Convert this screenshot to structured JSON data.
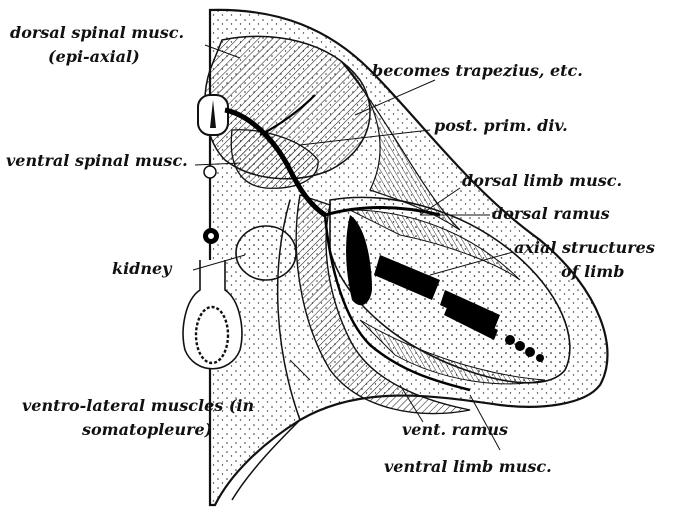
{
  "labels": {
    "dorsal_spinal_1": "dorsal spinal musc.",
    "dorsal_spinal_2": "(epi-axial)",
    "becomes_trapezius": "becomes trapezius, etc.",
    "post_prim_div": "post. prim. div.",
    "ventral_spinal": "ventral spinal musc.",
    "dorsal_limb": "dorsal limb musc.",
    "dorsal_ramus": "dorsal ramus",
    "axial_1": "axial structures",
    "axial_2": "of limb",
    "kidney": "kidney",
    "ventro_lateral_1": "ventro-lateral muscles (in",
    "ventro_lateral_2": "somatopleure)",
    "vent_ramus": "vent. ramus",
    "ventral_limb": "ventral limb musc."
  }
}
